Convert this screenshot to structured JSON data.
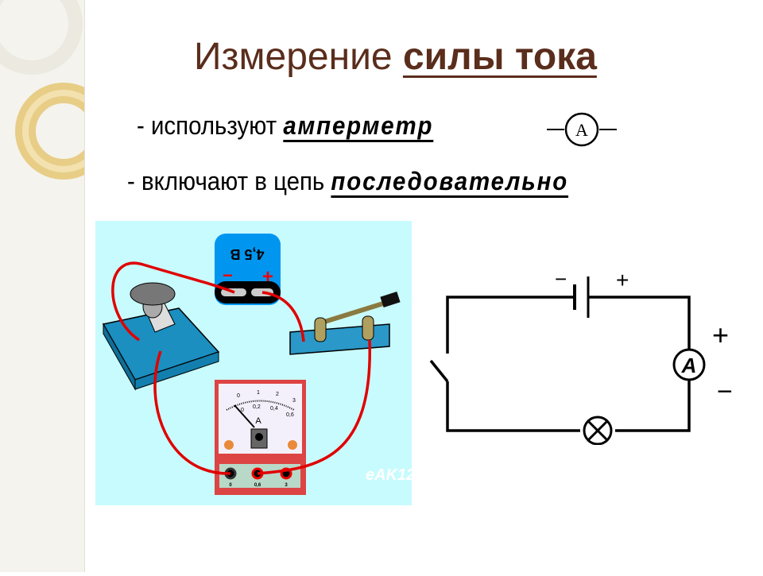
{
  "slide": {
    "title_normal": "Измерение",
    "title_bold": "силы тока",
    "bullet1_prefix": "- используют",
    "bullet1_emph": "амперметр",
    "bullet2_prefix": "- включают в цепь",
    "bullet2_emph": "последовательно"
  },
  "symbol": {
    "ammeter_letter": "A"
  },
  "photo": {
    "battery_label": "4,5 В",
    "battery_minus": "−",
    "battery_plus": "+",
    "meter_unit": "A",
    "scale_top": [
      "0",
      "1",
      "2",
      "3"
    ],
    "scale_bottom": [
      "0",
      "0,2",
      "0,4",
      "0,6"
    ],
    "terminals": [
      "0",
      "0,6",
      "3"
    ],
    "watermark": "eAK12"
  },
  "schematic": {
    "battery_minus": "−",
    "battery_plus": "+",
    "ammeter_letter": "A",
    "ammeter_plus": "+",
    "ammeter_minus": "−"
  },
  "colors": {
    "title": "#5a2d1c",
    "wire": "#e00000",
    "background_photo": "#c8fbfd"
  }
}
